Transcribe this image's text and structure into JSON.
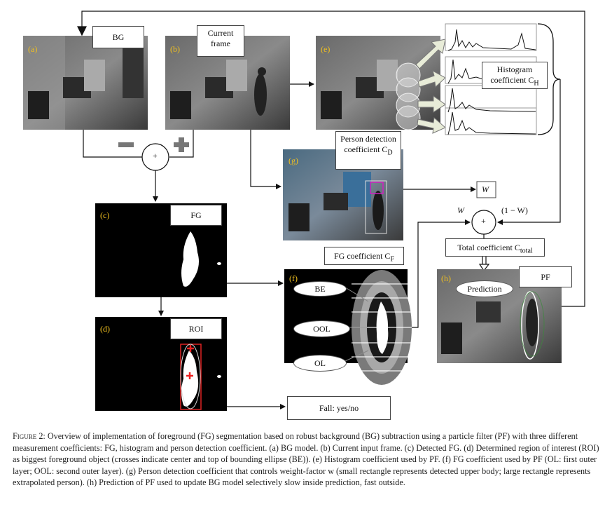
{
  "panels": {
    "a": {
      "tag": "(a)",
      "callout": "BG"
    },
    "b": {
      "tag": "(b)",
      "callout": "Current frame"
    },
    "c": {
      "tag": "(c)",
      "callout": "FG"
    },
    "d": {
      "tag": "(d)",
      "callout": "ROI"
    },
    "e": {
      "tag": "(e)",
      "callout": "Histogram coefficient C",
      "callout_sub": "H"
    },
    "f": {
      "tag": "(f)",
      "callout": "FG coefficient C",
      "callout_sub": "F",
      "ovals": [
        "BE",
        "OOL",
        "OL"
      ]
    },
    "g": {
      "tag": "(g)",
      "callout": "Person detection coefficient C",
      "callout_sub": "D"
    },
    "h": {
      "tag": "(h)",
      "callout": "PF",
      "prediction": "Prediction"
    }
  },
  "operators": {
    "plus": "+",
    "minus_glyph": "−",
    "plus_glyph": "+"
  },
  "labels": {
    "w_box": "W",
    "w_left": "W",
    "w_right": "(1 − W)",
    "total": "Total coefficient C",
    "total_sub": "total",
    "fall": "Fall: yes/no"
  },
  "caption": {
    "figure_label": "Figure 2:",
    "text": "Overview of implementation of foreground (FG) segmentation based on robust background (BG) subtraction using a particle filter (PF) with three different measurement coefficients: FG, histogram and person detection coefficient. (a) BG model. (b) Current input frame. (c) Detected FG. (d) Determined region of interest (ROI) as biggest foreground object (crosses indicate center and top of bounding ellipse (BE)). (e) Histogram coefficient used by PF. (f) FG coefficient used by PF (OL: first outer layer; OOL: second outer layer). (g) Person detection coefficient that controls weight-factor w (small rectangle represents detected upper body; large rectangle represents extrapolated person). (h) Prediction of PF used to update BG model selectively slow inside prediction, fast outside."
  }
}
